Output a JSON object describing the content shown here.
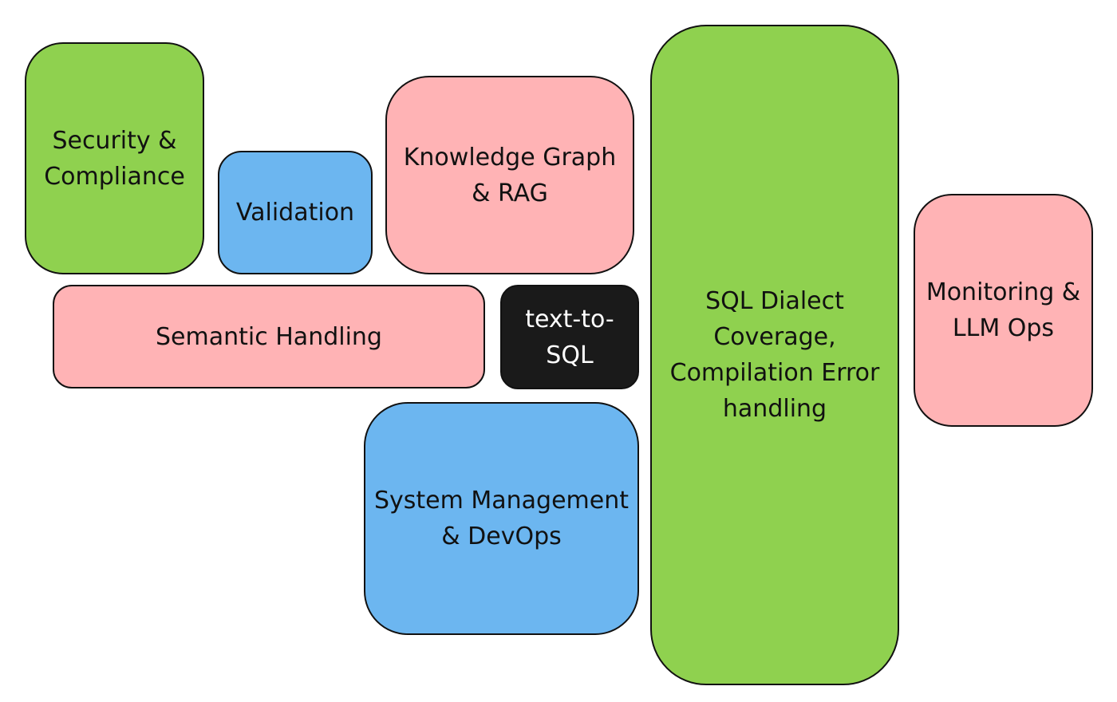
{
  "colors": {
    "green": "#8fd14f",
    "blue": "#6cb6f0",
    "pink": "#ffb3b5",
    "black": "#1a1a1a",
    "border": "#111111"
  },
  "blocks": [
    {
      "id": "security",
      "label": "Security &\nCompliance",
      "color": "green"
    },
    {
      "id": "validation",
      "label": "Validation",
      "color": "blue"
    },
    {
      "id": "knowledge",
      "label": "Knowledge Graph\n& RAG",
      "color": "pink"
    },
    {
      "id": "sql",
      "label": "SQL Dialect\nCoverage,\nCompilation Error\nhandling",
      "color": "green"
    },
    {
      "id": "monitoring",
      "label": "Monitoring &\nLLM Ops",
      "color": "pink"
    },
    {
      "id": "semantic",
      "label": "Semantic Handling",
      "color": "pink"
    },
    {
      "id": "core",
      "label": "text-to-\nSQL",
      "color": "black"
    },
    {
      "id": "sysmgmt",
      "label": "System Management\n& DevOps",
      "color": "blue"
    }
  ]
}
